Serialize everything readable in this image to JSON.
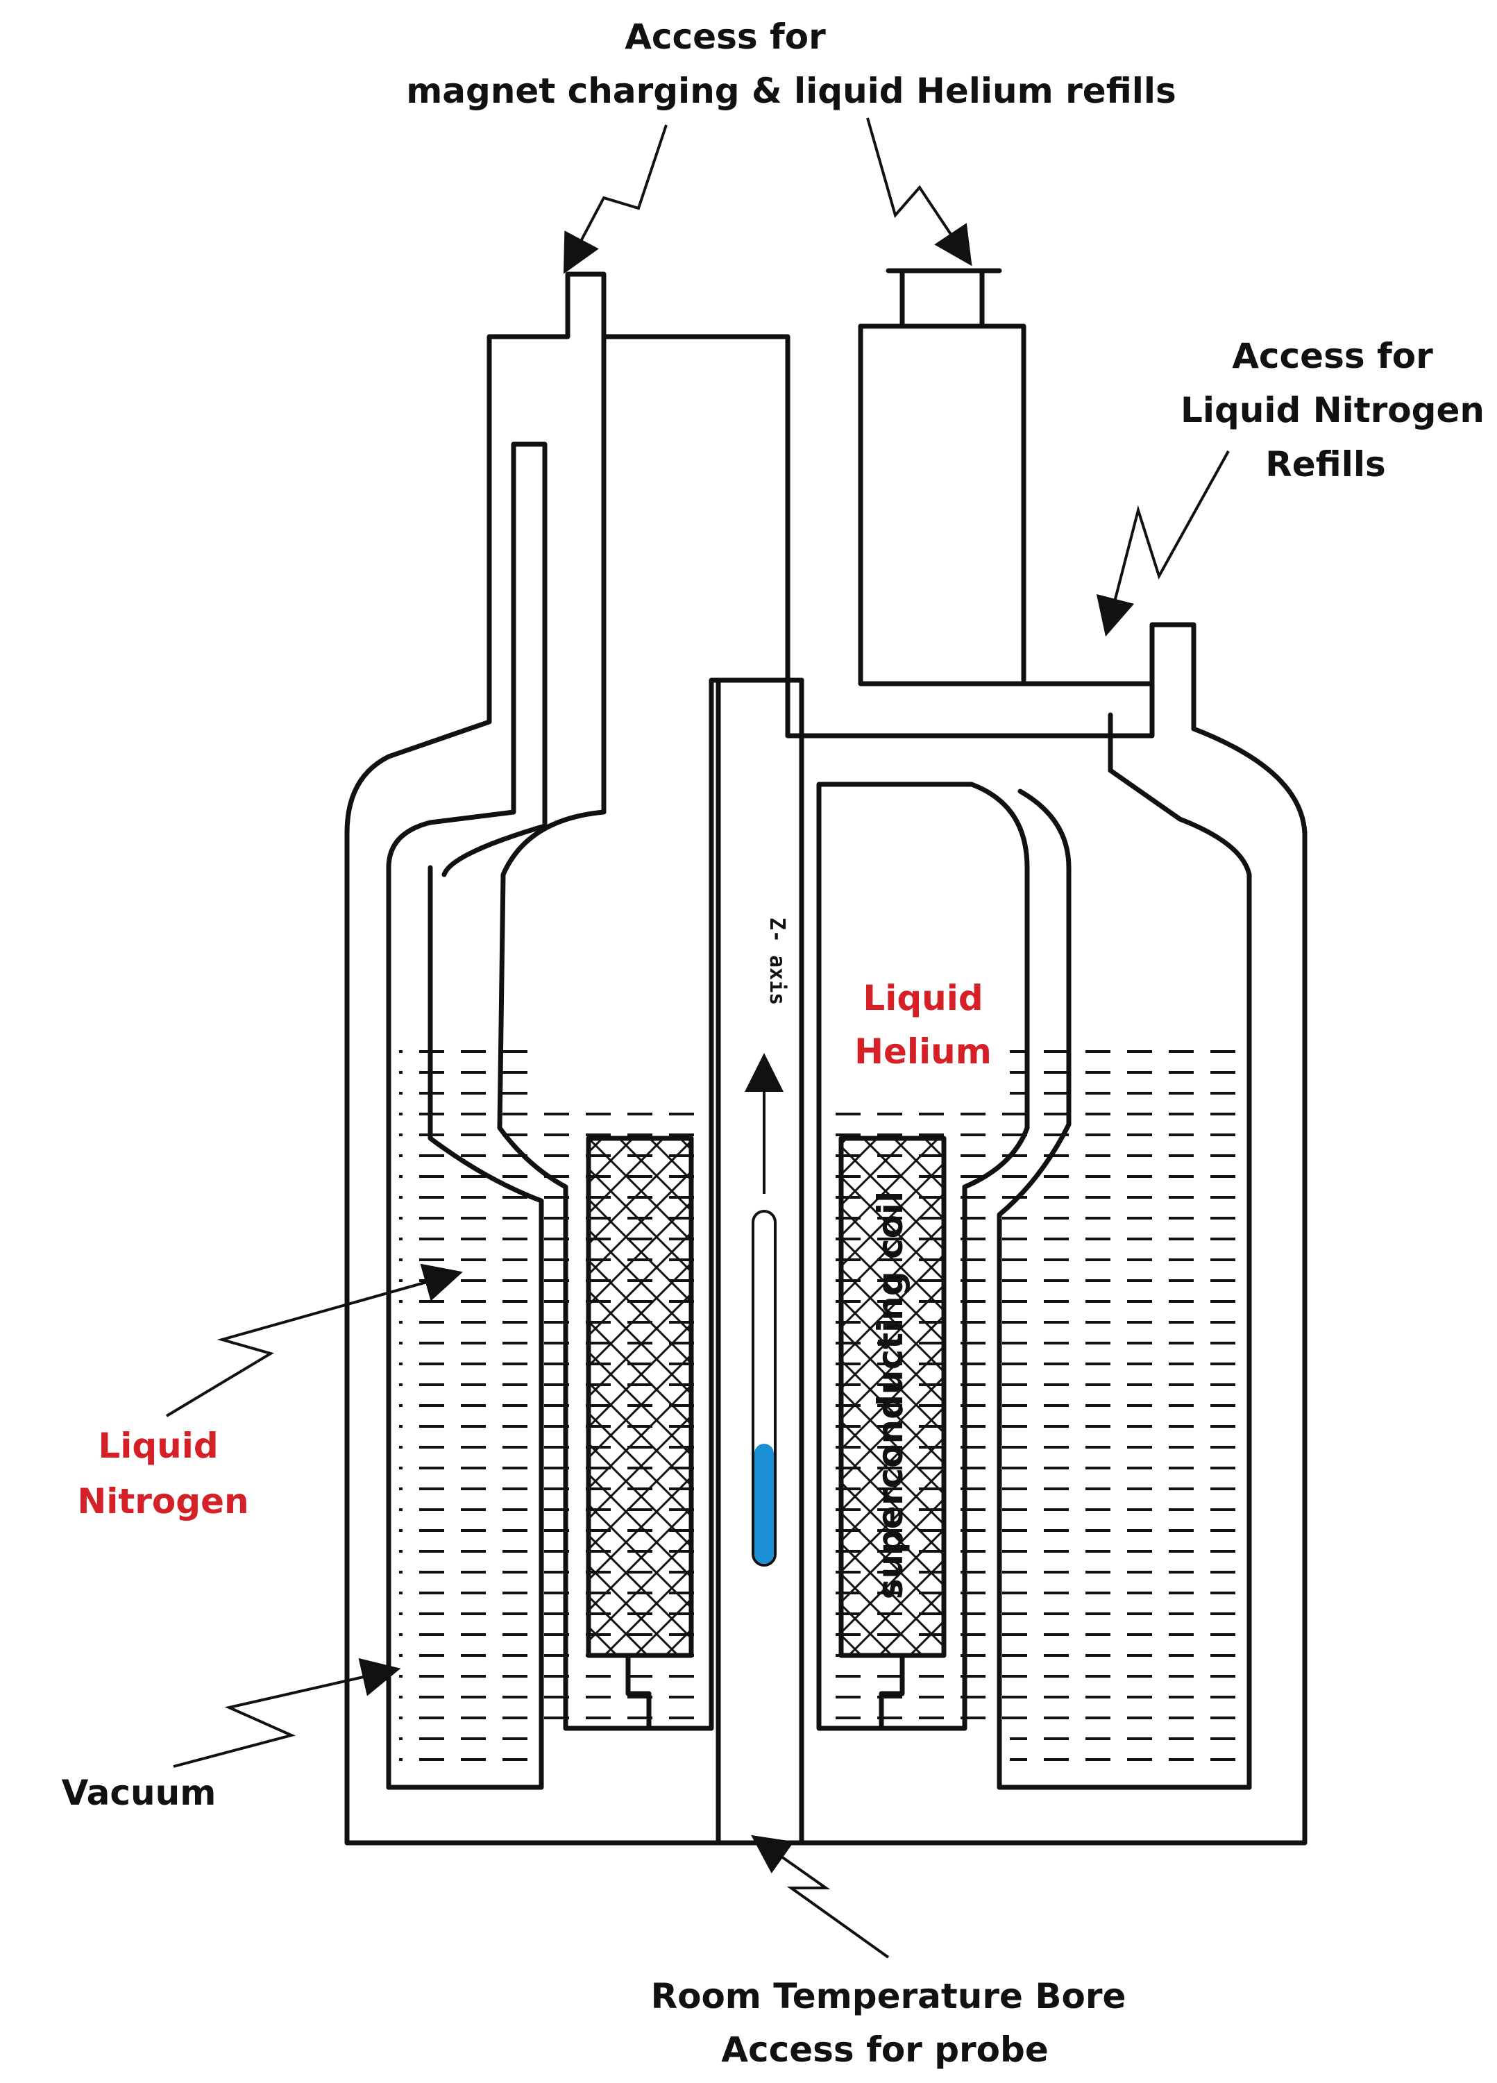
{
  "labels": {
    "access_top_line1": "Access for",
    "access_top_line2": "magnet charging & liquid Helium refills",
    "access_ln2_line1": "Access for",
    "access_ln2_line2": "Liquid Nitrogen",
    "access_ln2_line3": "Refills",
    "liquid_helium_line1": "Liquid",
    "liquid_helium_line2": "Helium",
    "liquid_nitrogen_line1": "Liquid",
    "liquid_nitrogen_line2": "Nitrogen",
    "vacuum": "Vacuum",
    "superconducting_coil": "superconducting coil",
    "z_axis": "Z- axis",
    "bore_line1": "Room Temperature Bore",
    "bore_line2": "Access for probe"
  },
  "colors": {
    "outline": "#111111",
    "label_red": "#d62027",
    "sample_blue": "#1a8fd6",
    "background": "#ffffff"
  },
  "icons": {
    "coil_pattern": "crosshatch",
    "liquid_pattern": "dashed-lines",
    "pointer": "zigzag-arrow"
  }
}
